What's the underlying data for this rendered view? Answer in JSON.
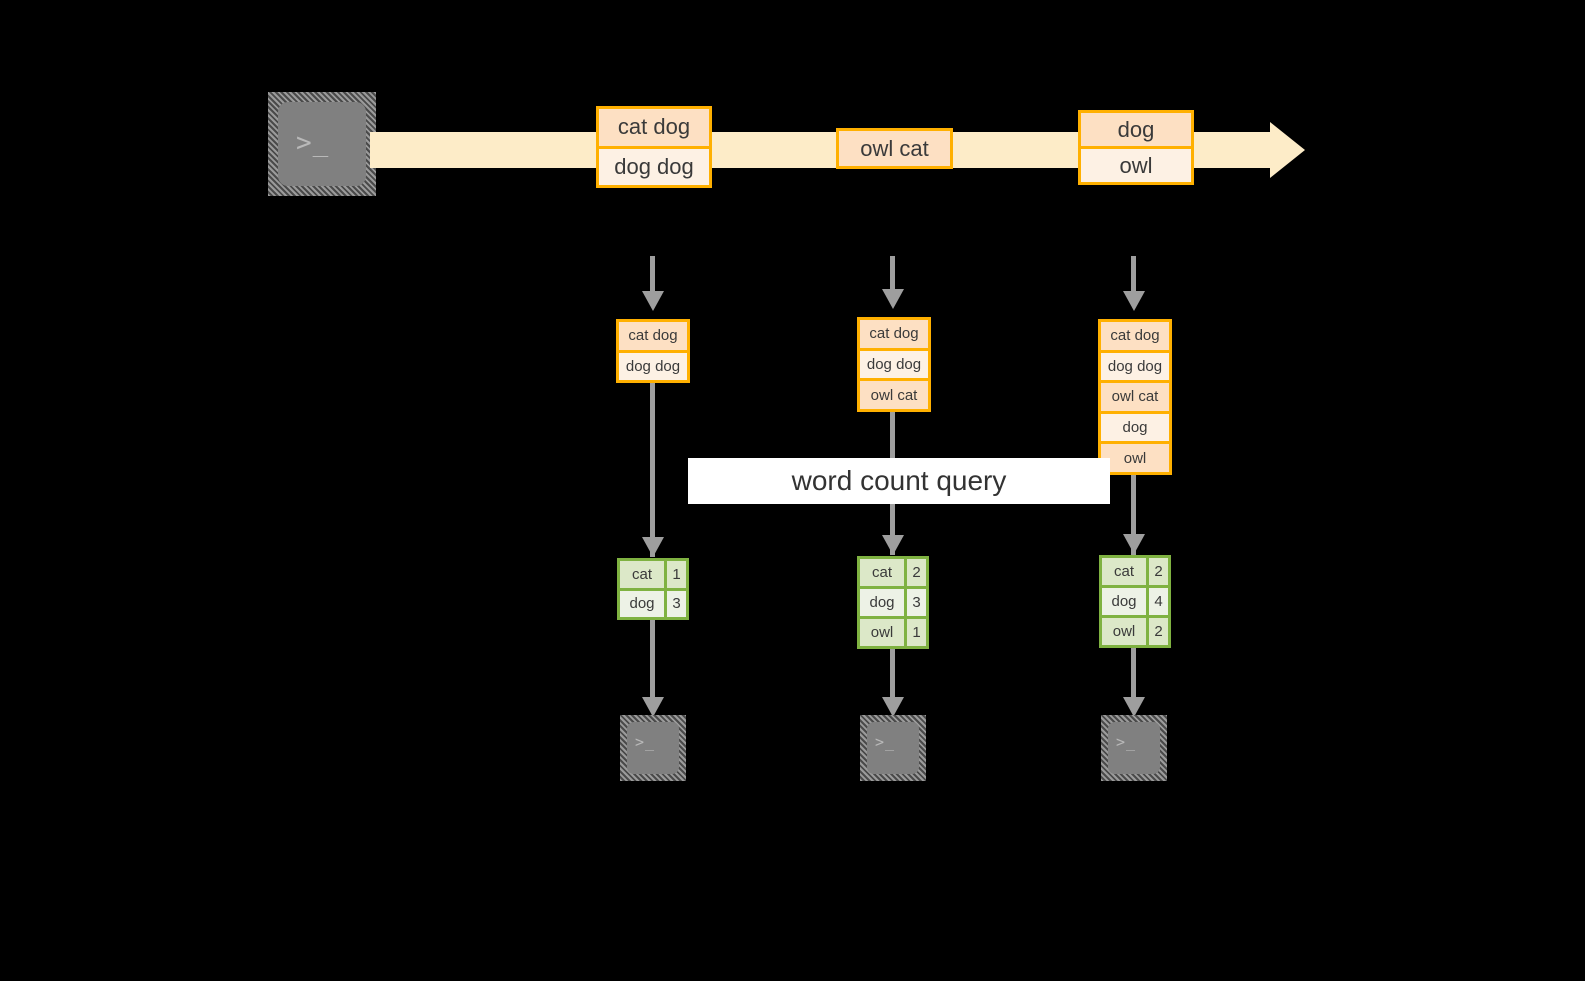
{
  "diagram": {
    "title_banner": "word count query",
    "colors": {
      "background": "#000000",
      "stream_fill": "#fdecc8",
      "record_border": "#ffb000",
      "record_fill_dark": "#fde0c3",
      "record_fill_light": "#fdf1e4",
      "table_border": "#7fb241",
      "table_fill_dark": "#dce8c8",
      "table_fill_light": "#edf2e6",
      "connector": "#9e9e9e",
      "terminal_body": "#808080",
      "banner_fill": "#ffffff"
    }
  },
  "source": {
    "icon": "terminal-icon",
    "prompt": ">_"
  },
  "stream": {
    "batches": [
      {
        "rows": [
          "cat dog",
          "dog dog"
        ]
      },
      {
        "rows": [
          "owl cat"
        ]
      },
      {
        "rows": [
          "dog",
          "owl"
        ]
      }
    ]
  },
  "columns": [
    {
      "buffer": {
        "rows": [
          "cat dog",
          "dog dog"
        ]
      },
      "result": {
        "rows": [
          {
            "key": "cat",
            "value": "1"
          },
          {
            "key": "dog",
            "value": "3"
          }
        ]
      },
      "sink": {
        "icon": "terminal-icon",
        "prompt": ">_"
      }
    },
    {
      "buffer": {
        "rows": [
          "cat dog",
          "dog dog",
          "owl cat"
        ]
      },
      "result": {
        "rows": [
          {
            "key": "cat",
            "value": "2"
          },
          {
            "key": "dog",
            "value": "3"
          },
          {
            "key": "owl",
            "value": "1"
          }
        ]
      },
      "sink": {
        "icon": "terminal-icon",
        "prompt": ">_"
      }
    },
    {
      "buffer": {
        "rows": [
          "cat dog",
          "dog dog",
          "owl cat",
          "dog",
          "owl"
        ]
      },
      "result": {
        "rows": [
          {
            "key": "cat",
            "value": "2"
          },
          {
            "key": "dog",
            "value": "4"
          },
          {
            "key": "owl",
            "value": "2"
          }
        ]
      },
      "sink": {
        "icon": "terminal-icon",
        "prompt": ">_"
      }
    }
  ]
}
